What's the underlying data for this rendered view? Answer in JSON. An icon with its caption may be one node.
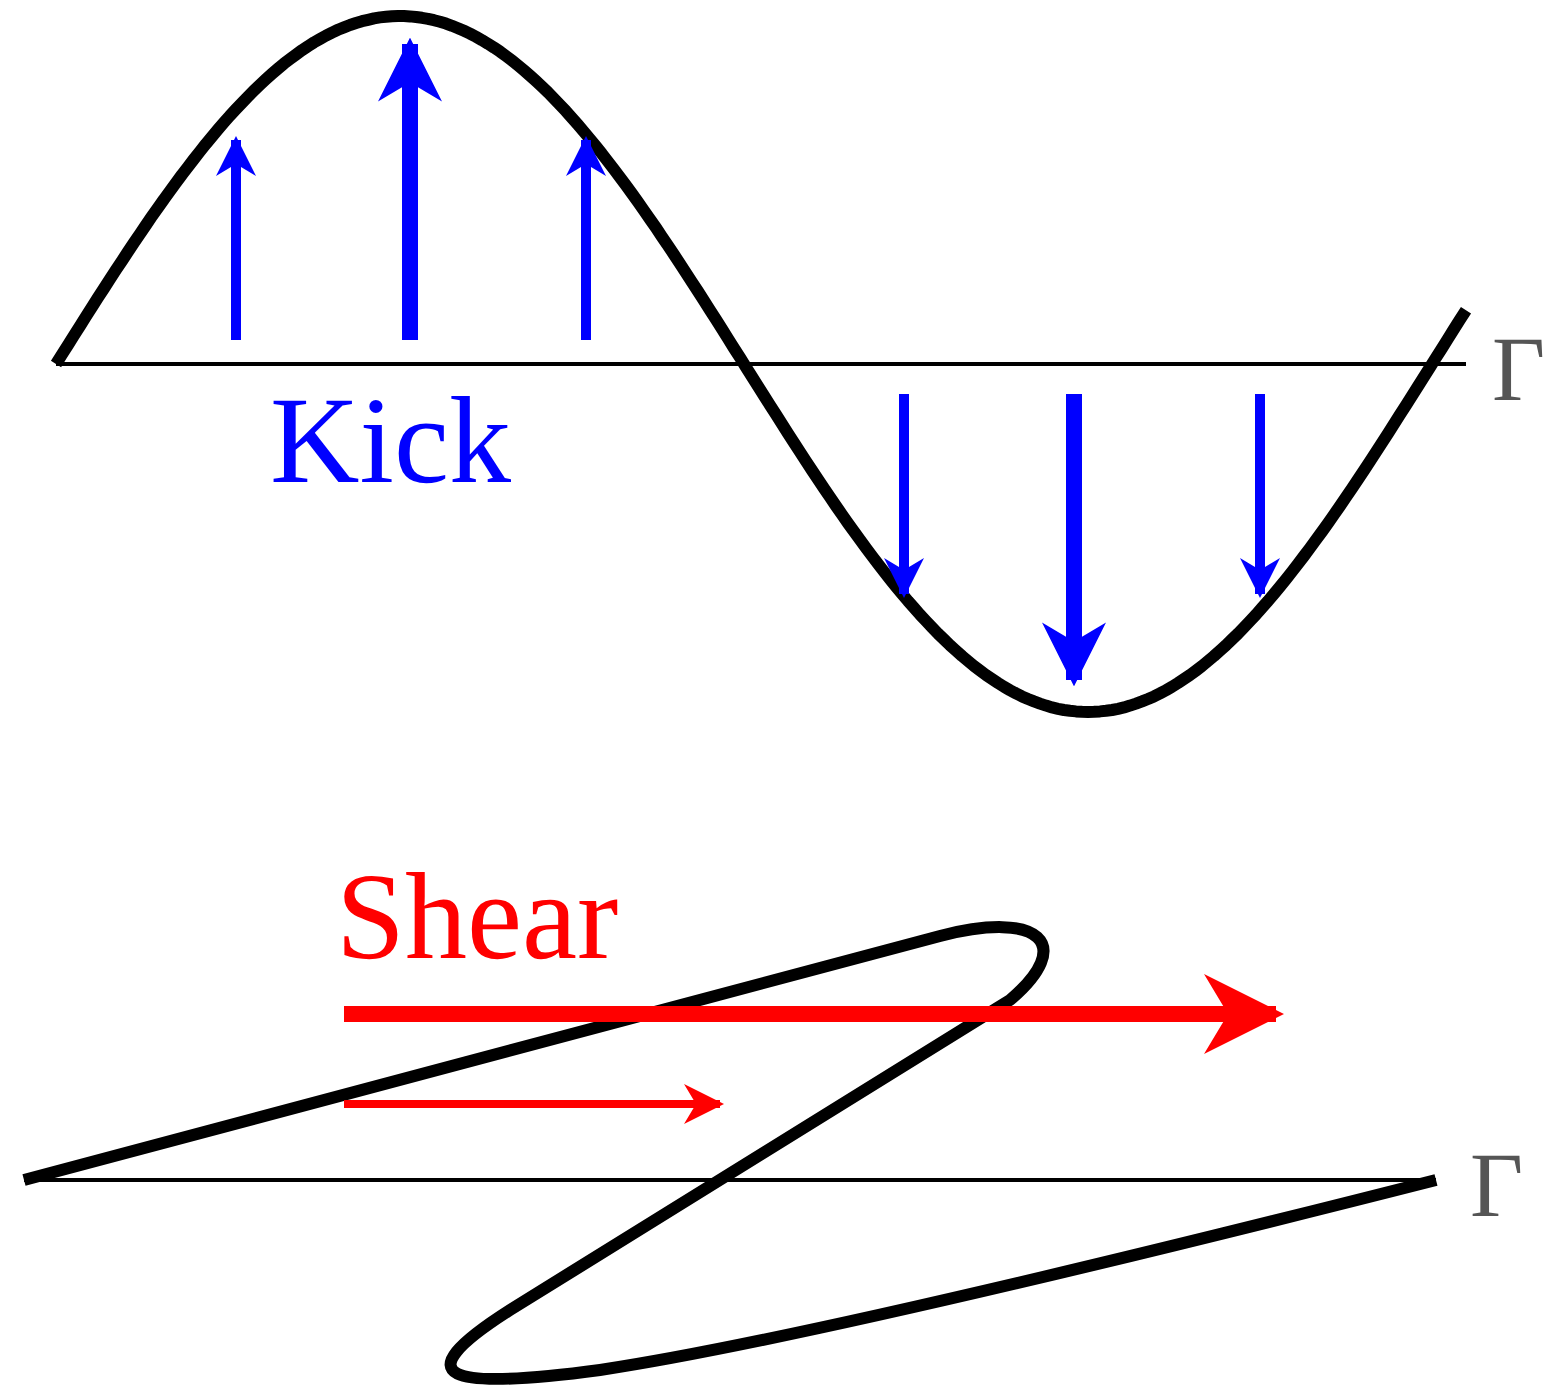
{
  "diagram": {
    "labels": [
      "Γ",
      "Kick",
      "Shear",
      "Γ"
    ]
  }
}
